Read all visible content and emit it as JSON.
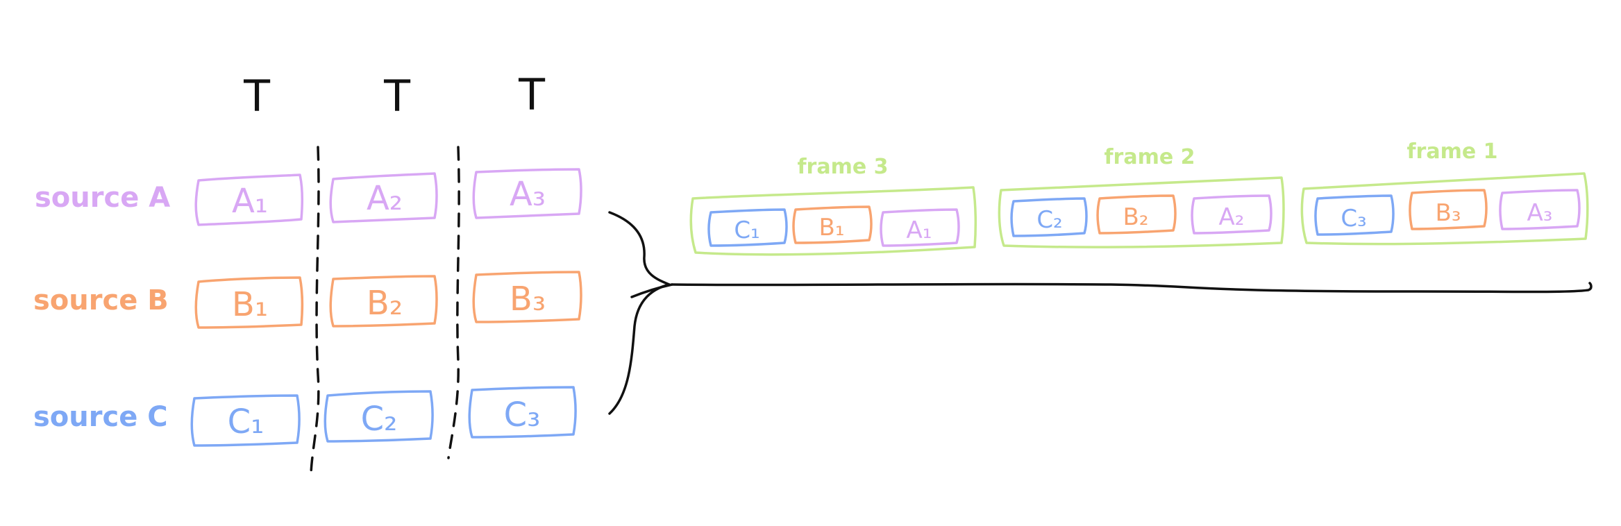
{
  "colors": {
    "source_a": "#d8a7f4",
    "source_b": "#f8a470",
    "source_c": "#7ea8f5",
    "frame": "#c5e98b",
    "ink": "#111111"
  },
  "time_labels": [
    "T",
    "T",
    "T"
  ],
  "sources": [
    {
      "label": "source A",
      "boxes": [
        "A₁",
        "A₂",
        "A₃"
      ]
    },
    {
      "label": "source B",
      "boxes": [
        "B₁",
        "B₂",
        "B₃"
      ]
    },
    {
      "label": "source C",
      "boxes": [
        "C₁",
        "C₂",
        "C₃"
      ]
    }
  ],
  "frames": [
    {
      "label": "frame 3",
      "items": [
        "C₁",
        "B₁",
        "A₁"
      ]
    },
    {
      "label": "frame 2",
      "items": [
        "C₂",
        "B₂",
        "A₂"
      ]
    },
    {
      "label": "frame 1",
      "items": [
        "C₃",
        "B₃",
        "A₃"
      ]
    }
  ]
}
